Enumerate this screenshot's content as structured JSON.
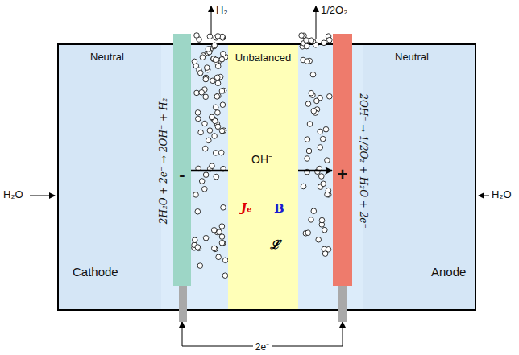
{
  "diagram": {
    "nodes": [
      {
        "text": [
          "-"
        ]
      },
      {
        "text": [
          "Unbalanced"
        ]
      },
      {
        "text": [
          "+"
        ]
      }
    ],
    "edges": [
      {
        "from": 0,
        "to": 2,
        "arrow": "to",
        "label": "OH⁻"
      },
      {
        "from": 2,
        "to": 0,
        "arrow": "both",
        "label": "2e⁻"
      }
    ],
    "labels": [
      "H₂",
      "1/2O₂",
      "Neutral",
      "Neutral",
      "H₂O",
      "H₂O",
      "2H₂O + 2e⁻ → 2OH⁻ + H₂",
      "2OH⁻ → 1/2O₂ + H₂O + 2e⁻",
      "Jₑ",
      "B",
      "ℒ",
      "Cathode",
      "Anode"
    ]
  }
}
